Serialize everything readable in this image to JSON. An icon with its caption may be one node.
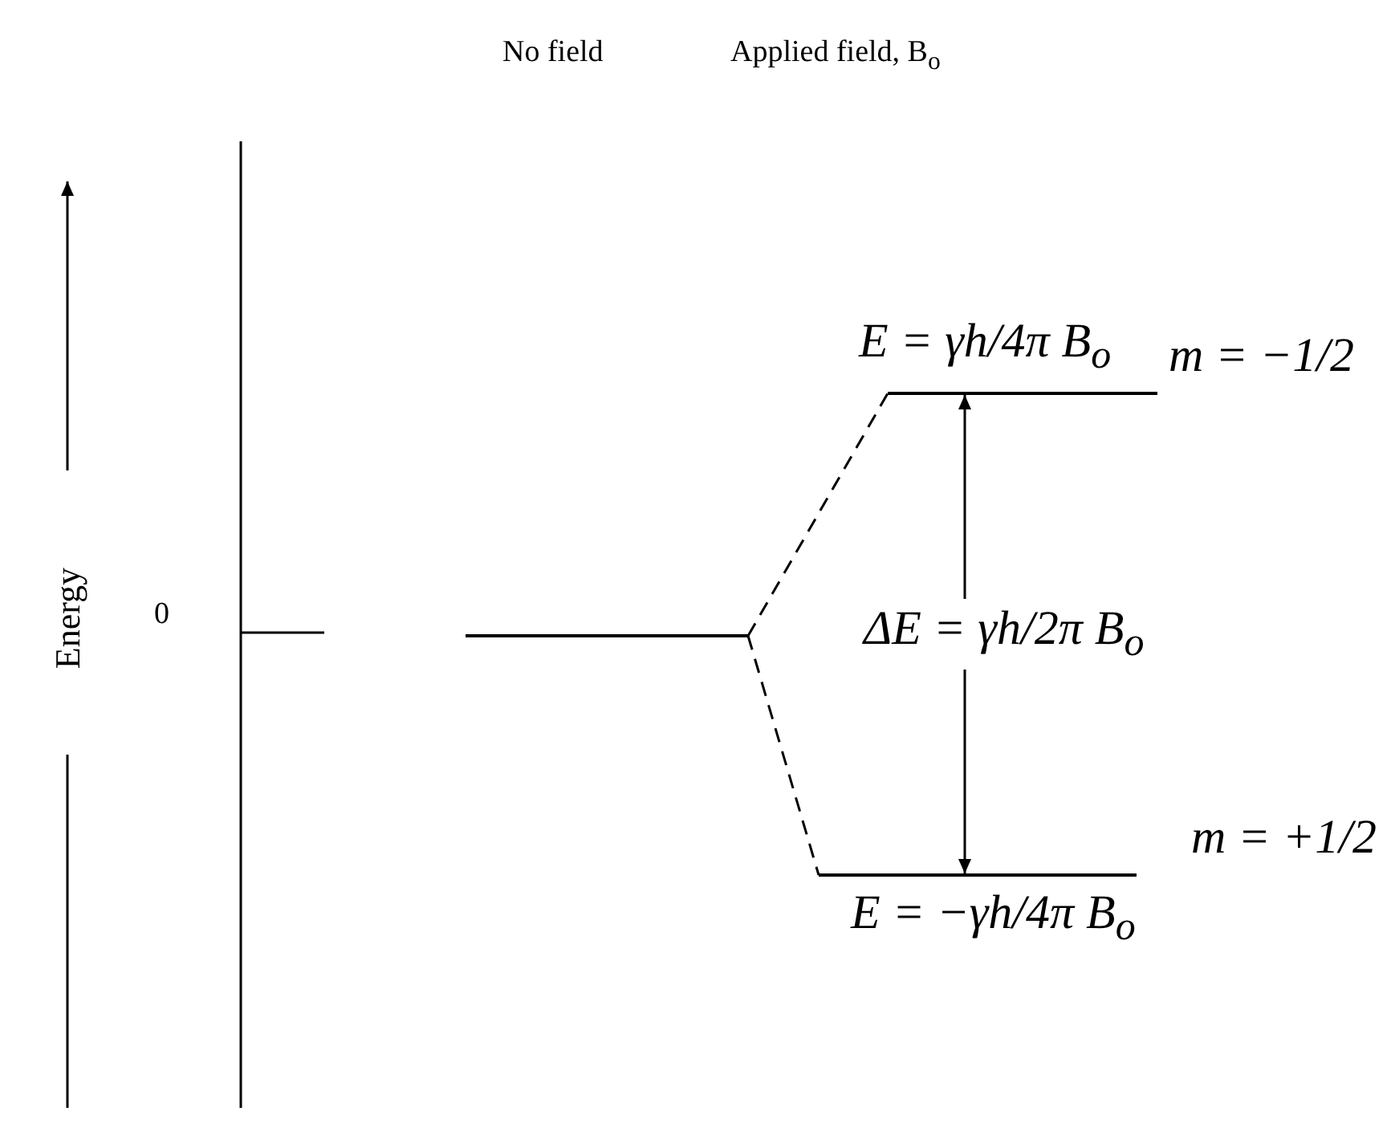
{
  "diagram": {
    "nodes": [
      {
        "text": [],
        "shape": "bar"
      },
      {
        "text": [
          "E = γh/4π B$_{o}$"
        ],
        "beside": [
          "m = −1/2"
        ]
      },
      {
        "text": [
          "E = −γh/4π B$_{o}$"
        ],
        "beside": [
          "m = +1/2"
        ]
      }
    ],
    "edges": [
      {
        "from": 0,
        "to": 1,
        "arrow": "none",
        "style": "dashed"
      },
      {
        "from": 0,
        "to": 2,
        "arrow": "none",
        "style": "dashed"
      },
      {
        "from": 1,
        "to": 2,
        "arrow": "both",
        "label": "ΔE = γh/2π B$_{o}$"
      }
    ],
    "labels": [
      "No field",
      "Applied field, B$_{o}$",
      "0",
      "Energy"
    ]
  }
}
